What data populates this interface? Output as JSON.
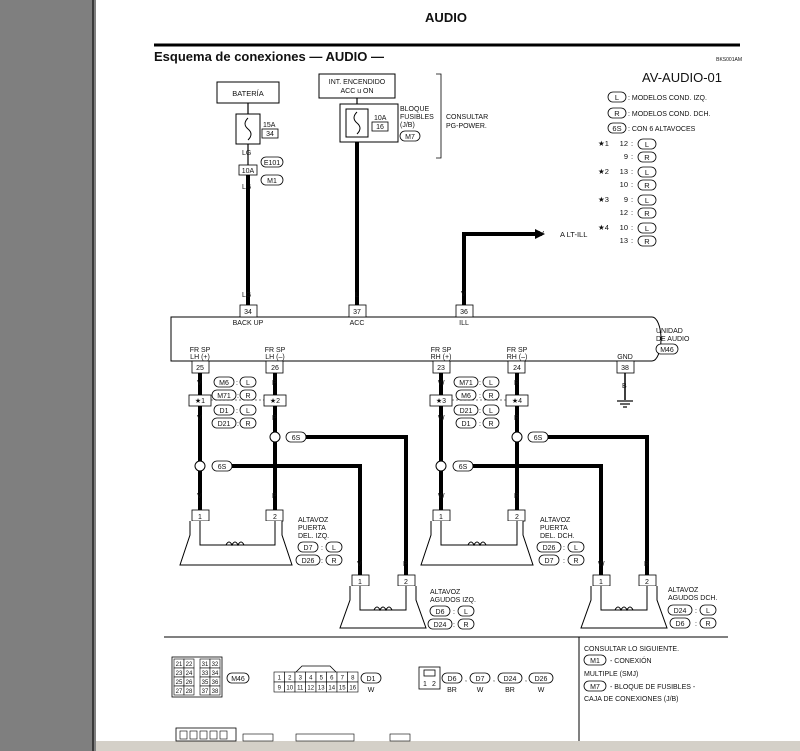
{
  "header": {
    "section_title": "AUDIO",
    "diagram_title": "Esquema de conexiones — AUDIO —",
    "figure_code": "BKS001AM",
    "diagram_id": "AV-AUDIO-01"
  },
  "legend": {
    "items": [
      {
        "code": "L",
        "text": ": MODELOS COND. IZQ."
      },
      {
        "code": "R",
        "text": ": MODELOS COND. DCH."
      },
      {
        "code": "6S",
        "text": ": CON 6 ALTAVOCES"
      }
    ],
    "stars": [
      {
        "star": "★1",
        "rows": [
          {
            "num": "12",
            "code": "L"
          },
          {
            "num": "9",
            "code": "R"
          }
        ]
      },
      {
        "star": "★2",
        "rows": [
          {
            "num": "13",
            "code": "L"
          },
          {
            "num": "10",
            "code": "R"
          }
        ]
      },
      {
        "star": "★3",
        "rows": [
          {
            "num": "9",
            "code": "L"
          },
          {
            "num": "12",
            "code": "R"
          }
        ]
      },
      {
        "star": "★4",
        "rows": [
          {
            "num": "10",
            "code": "L"
          },
          {
            "num": "13",
            "code": "R"
          }
        ]
      }
    ]
  },
  "power": {
    "battery_label": "BATERÍA",
    "ign_label_1": "INT. ENCENDIDO",
    "ign_label_2": "ACC u ON",
    "fuse1_amp": "15A",
    "fuse1_num": "34",
    "fuse2_amp": "10A",
    "fuse2_num": "16",
    "fuse_block_1": "BLOQUE",
    "fuse_block_2": "FUSIBLES",
    "fuse_block_3": "(J/B)",
    "fuse_block_conn": "M7",
    "consult_1": "CONSULTAR",
    "consult_2": "PG-POWER.",
    "wire_lg": "LG",
    "wire_l": "L",
    "wire_v": "V",
    "fusible_link": "10A",
    "conn_e101": "E101",
    "conn_m1": "M1",
    "lt_ill": "A LT-ILL"
  },
  "unit": {
    "label_1": "UNIDAD",
    "label_2": "DE AUDIO",
    "conn": "M46",
    "pins_top": [
      {
        "num": "34",
        "name": "BACK UP"
      },
      {
        "num": "37",
        "name": "ACC"
      },
      {
        "num": "36",
        "name": "ILL"
      }
    ],
    "pins_bottom": [
      {
        "num": "25",
        "name1": "FR SP",
        "name2": "LH (+)"
      },
      {
        "num": "26",
        "name1": "FR SP",
        "name2": "LH (–)"
      },
      {
        "num": "23",
        "name1": "FR SP",
        "name2": "RH (+)"
      },
      {
        "num": "24",
        "name1": "FR SP",
        "name2": "RH (–)"
      },
      {
        "num": "38",
        "name1": "GND",
        "name2": ""
      }
    ]
  },
  "wires": {
    "v": "V",
    "p": "P",
    "w": "W",
    "r": "R",
    "b": "B"
  },
  "joints": {
    "j1": "★1",
    "j2": "★2",
    "j3": "★3",
    "j4": "★4",
    "m6": "M6",
    "m71": "M71",
    "d1": "D1",
    "d21": "D21",
    "l": "L",
    "r": "R",
    "six": "6S"
  },
  "speakers": {
    "lh_door": [
      "ALTAVOZ",
      "PUERTA",
      "DEL. IZQ."
    ],
    "rh_door": [
      "ALTAVOZ",
      "PUERTA",
      "DEL. DCH."
    ],
    "lh_tw": [
      "ALTAVOZ",
      "AGUDOS IZQ."
    ],
    "rh_tw": [
      "ALTAVOZ",
      "AGUDOS DCH."
    ],
    "d7": "D7",
    "d26": "D26",
    "d6": "D6",
    "d24": "D24",
    "pin1": "1",
    "pin2": "2"
  },
  "footer": {
    "consult_title": "CONSULTAR LO SIGUIENTE.",
    "m1_text": "- CONEXIÓN",
    "m1_text_2": "MULTIPLE (SMJ)",
    "m7_text": "- BLOQUE DE FUSIBLES -",
    "m7_text_2": "CAJA DE CONEXIONES (J/B)",
    "m46_pins": [
      "21",
      "22",
      "31",
      "32",
      "23",
      "24",
      "33",
      "34",
      "25",
      "26",
      "35",
      "36",
      "27",
      "28",
      "37",
      "38"
    ],
    "d1_pins": [
      "1",
      "2",
      "3",
      "4",
      "5",
      "6",
      "7",
      "8",
      "9",
      "10",
      "11",
      "12",
      "13",
      "14",
      "15",
      "16"
    ],
    "d1_color": "W",
    "small_pins": [
      "1",
      "2"
    ],
    "d_conns": [
      {
        "conn": "D6",
        "color": "BR"
      },
      {
        "conn": "D7",
        "color": "W"
      },
      {
        "conn": "D24",
        "color": "BR"
      },
      {
        "conn": "D26",
        "color": "W"
      }
    ]
  }
}
